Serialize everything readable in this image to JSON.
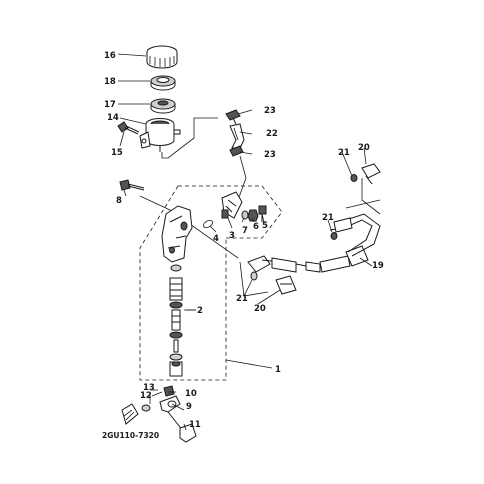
{
  "diagram_code": "2GU110-7320",
  "callouts": {
    "n1": "1",
    "n2": "2",
    "n3": "3",
    "n4": "4",
    "n5": "5",
    "n6": "6",
    "n7": "7",
    "n8": "8",
    "n9": "9",
    "n10": "10",
    "n11": "11",
    "n12": "12",
    "n13": "13",
    "n14": "14",
    "n15": "15",
    "n16": "16",
    "n17": "17",
    "n18": "18",
    "n19": "19",
    "n20a": "20",
    "n20b": "20",
    "n21a": "21",
    "n21b": "21",
    "n21c": "21",
    "n22": "22",
    "n23a": "23",
    "n23b": "23"
  }
}
